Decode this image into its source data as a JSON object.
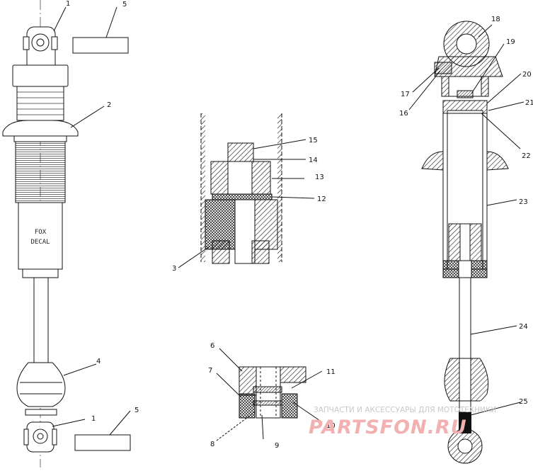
{
  "diagram": {
    "decal_text_line1": "FOX",
    "decal_text_line2": "DECAL",
    "callouts": [
      "1",
      "2",
      "3",
      "4",
      "5",
      "6",
      "7",
      "8",
      "9",
      "10",
      "11",
      "12",
      "13",
      "14",
      "15",
      "16",
      "17",
      "18",
      "19",
      "20",
      "21",
      "22",
      "23",
      "24",
      "25"
    ],
    "callout_1_second": "1",
    "callout_5_second": "5"
  },
  "watermark": {
    "line1": "ЗАПЧАСТИ И АКСЕССУАРЫ ДЛЯ МОТОТЕХНИКИ",
    "line2": "PARTSFON.RU"
  }
}
